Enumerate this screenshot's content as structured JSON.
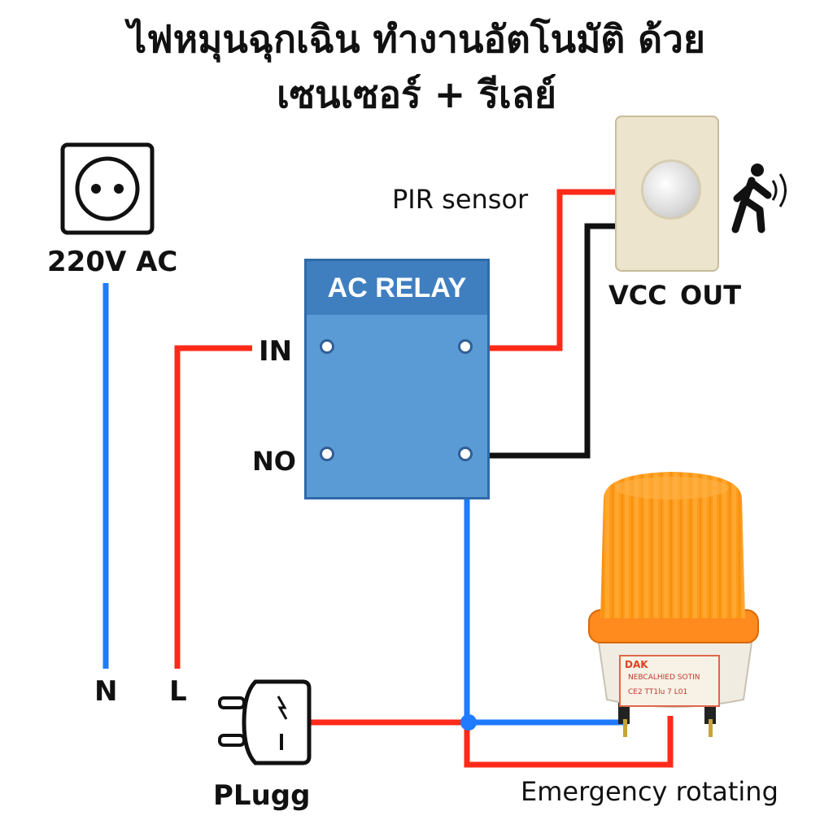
{
  "title": {
    "line1": "ไฟหมุนฉุกเฉิน ทำงานอัตโนมัติ ด้วย",
    "line2": "เซนเซอร์ + รีเลย์"
  },
  "labels": {
    "power_source": "220V AC",
    "neutral": "N",
    "live": "L",
    "pir": "PIR sensor",
    "vcc": "VCC",
    "out": "OUT",
    "relay_title": "AC RELAY",
    "relay_in": "IN",
    "relay_no": "NO",
    "plug": "PLugg",
    "beacon": "Emergency rotating",
    "beacon_brand": "DAK",
    "beacon_model": "NEBCALHIED SOTIN",
    "beacon_spec": "CE2 TT1lu      7 L01"
  },
  "icons": {
    "outlet": "power-outlet-icon",
    "plug": "plug-icon",
    "motion": "walking-person-motion-icon",
    "beacon": "rotating-beacon-light"
  },
  "colors": {
    "wire_red": "#ff2a1a",
    "wire_blue": "#1f7bff",
    "wire_black": "#111111",
    "relay_blue": "#5b9bd5",
    "relay_dark": "#2e6aa8",
    "beacon_orange": "#ff9b1a",
    "beacon_base": "#f0ece2"
  }
}
